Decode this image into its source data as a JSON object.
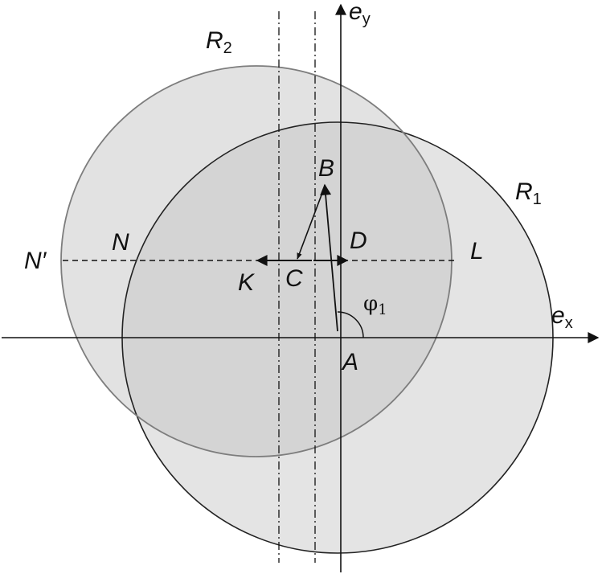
{
  "diagram": {
    "axis_x": {
      "name": "e",
      "subscript": "x"
    },
    "axis_y": {
      "name": "e",
      "subscript": "y"
    },
    "circle_r1": {
      "name": "R",
      "subscript": "1"
    },
    "circle_r2": {
      "name": "R",
      "subscript": "2"
    },
    "points": {
      "A": "A",
      "B": "B",
      "C": "C",
      "D": "D",
      "K": "K",
      "L": "L",
      "N": "N",
      "N_prime": "N′"
    },
    "angle": {
      "symbol": "φ",
      "subscript": "1"
    },
    "colors": {
      "r1_fill": "#e4e4e4",
      "r2_fill": "#e2e2e2",
      "overlap_fill": "#d4d4d4",
      "r1_stroke": "#222222",
      "r2_stroke": "#7d7d7d",
      "line": "#111111"
    }
  }
}
